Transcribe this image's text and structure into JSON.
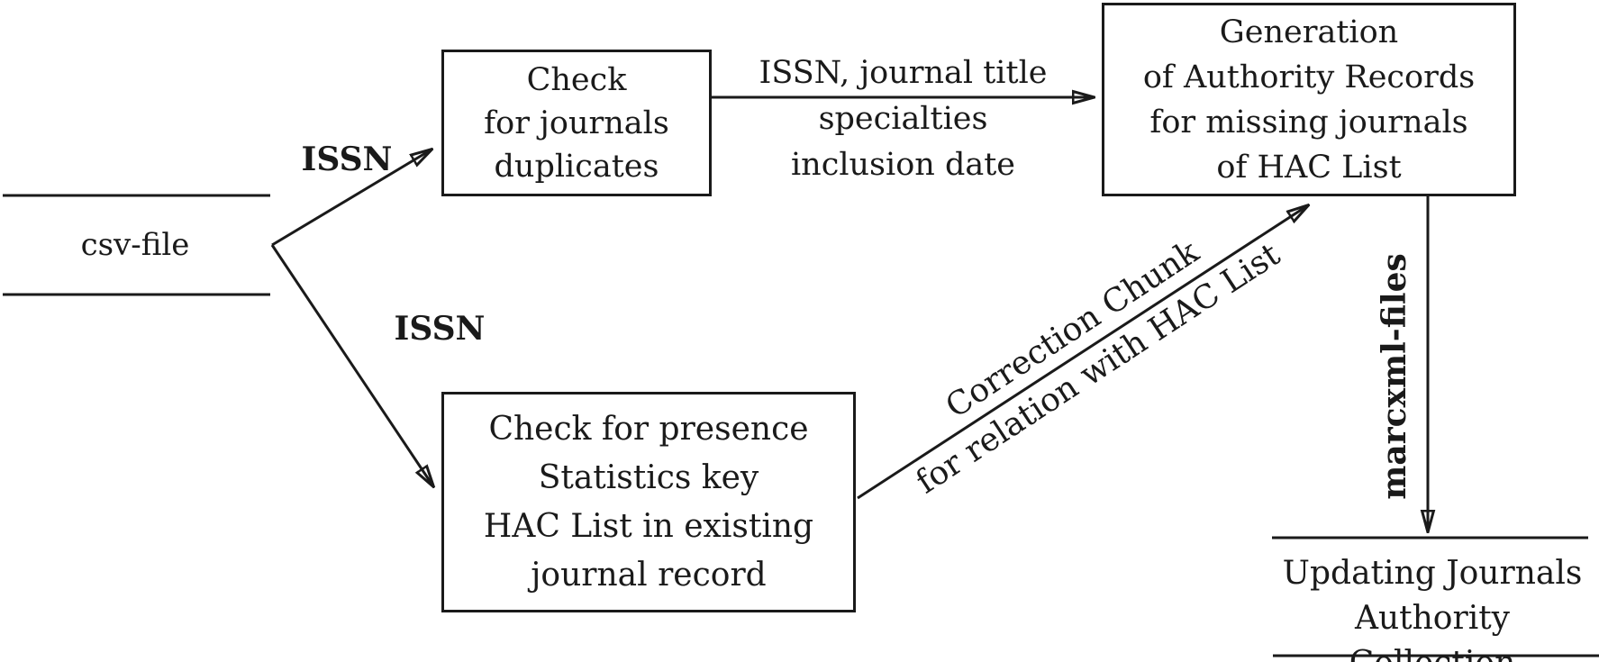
{
  "diagram": {
    "title_hint": "journals authority records processing flowchart",
    "colors": {
      "ink": "#1a1a1a",
      "background": "#ffffff"
    },
    "nodes": {
      "csv_file": {
        "label": "csv-file"
      },
      "check_duplicates": {
        "label": "Check\nfor journals\nduplicates"
      },
      "generation": {
        "label": "Generation\nof Authority Records\nfor missing journals\nof HAC List"
      },
      "check_presence": {
        "label": "Check for presence\nStatistics key\nHAC List in existing\njournal record"
      },
      "updating": {
        "label": "Updating Journals\nAuthority Collection"
      }
    },
    "edges": {
      "issn_to_duplicates": {
        "label": "ISSN"
      },
      "issn_to_presence": {
        "label": "ISSN"
      },
      "duplicates_to_generation": {
        "label": "ISSN, journal title\nspecialties\ninclusion date"
      },
      "presence_to_generation": {
        "label_line1": "Correction Chunk",
        "label_line2": "for relation with HAC List"
      },
      "generation_to_updating": {
        "label": "marcxml-files"
      }
    }
  }
}
